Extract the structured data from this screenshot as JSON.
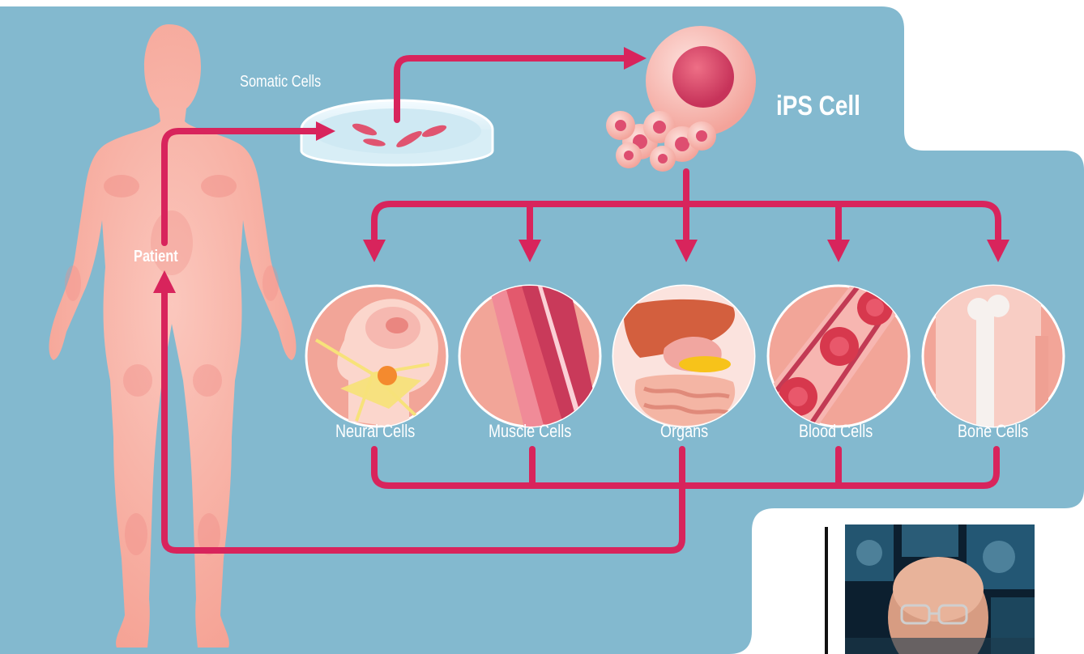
{
  "diagram": {
    "title": "iPS Cell",
    "source_label": "Somatic Cells",
    "patient_label": "Patient",
    "cell_types": [
      {
        "label": "Neural Cells"
      },
      {
        "label": "Muscle Cells"
      },
      {
        "label": "Organs"
      },
      {
        "label": "Blood Cells"
      },
      {
        "label": "Bone Cells"
      }
    ]
  },
  "colors": {
    "background_panel": "#83b9cf",
    "arrow": "#d8245c",
    "body": "#f7b2a6",
    "circle_fill": "#f2a598"
  }
}
